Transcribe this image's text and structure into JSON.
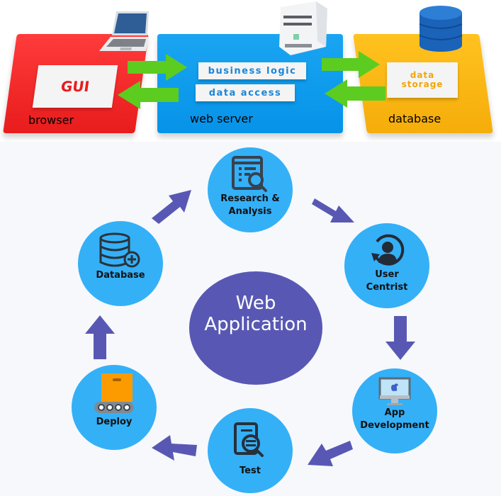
{
  "architecture": {
    "tiers": [
      {
        "name": "browser",
        "inner": [
          "GUI"
        ],
        "color": "#e81c1c"
      },
      {
        "name": "web server",
        "inner": [
          "business logic",
          "data access"
        ],
        "color": "#0693e8"
      },
      {
        "name": "database",
        "inner": [
          "data storage"
        ],
        "color": "#f5ad0a"
      }
    ],
    "data_storage_lines": [
      "data",
      "storage"
    ],
    "arrow_color": "#5ccc20"
  },
  "lifecycle": {
    "center_title": [
      "Web",
      "Application"
    ],
    "center_color": "#5858b4",
    "node_color": "#34b0f7",
    "arrow_color": "#5858b4",
    "nodes": [
      {
        "label": [
          "Research &",
          "Analysis"
        ],
        "icon": "report-search-icon"
      },
      {
        "label": [
          "User",
          "Centrist"
        ],
        "icon": "user-refresh-icon"
      },
      {
        "label": [
          "App",
          "Development"
        ],
        "icon": "monitor-apple-icon"
      },
      {
        "label": [
          "Test"
        ],
        "icon": "document-search-icon"
      },
      {
        "label": [
          "Deploy"
        ],
        "icon": "conveyor-box-icon"
      },
      {
        "label": [
          "Database"
        ],
        "icon": "database-add-icon"
      }
    ]
  }
}
